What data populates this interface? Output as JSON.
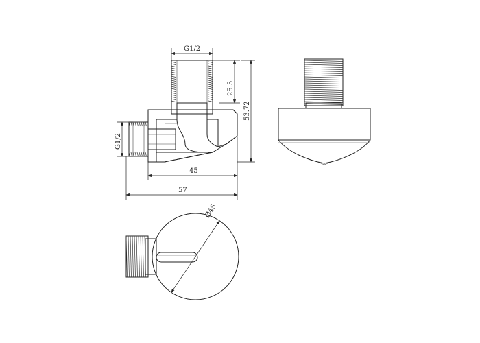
{
  "labels": {
    "thread_top": "G1/2",
    "thread_side": "G1/2",
    "height_upper": "25.5",
    "height_total": "53.72",
    "depth_body": "45",
    "depth_total": "57",
    "diameter": "Ø45"
  }
}
